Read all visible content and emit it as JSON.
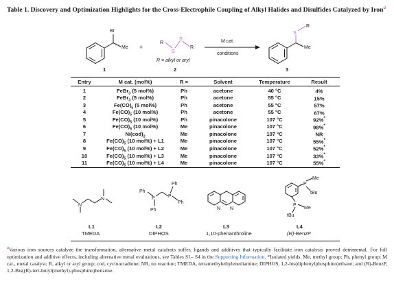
{
  "title": {
    "text": "Table 1. Discovery and Optimization Highlights for the Cross-Electrophile Coupling of Alkyl Halides and Disulfides Catalyzed by Iron",
    "marker": "a"
  },
  "scheme": {
    "substrate_number": "1",
    "substrate_br": "Br",
    "substrate_me": "Me",
    "plus": "+",
    "disulfide_number": "2",
    "disulfide_r_left": "R",
    "disulfide_s1": "S",
    "disulfide_s2": "S",
    "disulfide_r_right": "R",
    "disulfide_caption": "R = alkyl or aryl",
    "arrow_top": "M cat.",
    "arrow_bottom": "conditions",
    "product_number": "3",
    "product_s": "S",
    "product_r": "R",
    "product_me": "Me",
    "colors": {
      "sulfur_pink": "#c06ac0",
      "sulfur_text": "#c06ac0"
    }
  },
  "table": {
    "headers": [
      "Entry",
      "M cat. (mol%)",
      "R =",
      "Solvent",
      "Temperature",
      "Result"
    ],
    "rows": [
      {
        "entry": "1",
        "cat_main": "FeBr",
        "cat_sub": "3",
        "cat_rest": " (5 mol%)",
        "r": "Ph",
        "solvent": "acetone",
        "temp": "40 °C",
        "result": "4%",
        "star": ""
      },
      {
        "entry": "2",
        "cat_main": "FeBr",
        "cat_sub": "3",
        "cat_rest": " (5 mol%)",
        "r": "Ph",
        "solvent": "acetone",
        "temp": "55 °C",
        "result": "15%",
        "star": ""
      },
      {
        "entry": "3",
        "cat_main": "Fe(CO)",
        "cat_sub": "5",
        "cat_rest": " (5 mol%)",
        "r": "Ph",
        "solvent": "acetone",
        "temp": "55 °C",
        "result": "57%",
        "star": ""
      },
      {
        "entry": "4",
        "cat_main": "Fe(CO)",
        "cat_sub": "5",
        "cat_rest": " (10 mol%)",
        "r": "Ph",
        "solvent": "acetone",
        "temp": "55 °C",
        "result": "67%",
        "star": ""
      },
      {
        "entry": "5",
        "cat_main": "Fe(CO)",
        "cat_sub": "5",
        "cat_rest": " (10 mol%)",
        "r": "Ph",
        "solvent": "pinacolone",
        "temp": "107 °C",
        "result": "92%",
        "star": "*"
      },
      {
        "entry": "6",
        "cat_main": "Fe(CO)",
        "cat_sub": "5",
        "cat_rest": " (10 mol%)",
        "r": "Me",
        "solvent": "pinacolone",
        "temp": "107 °C",
        "result": "98%",
        "star": "*"
      },
      {
        "entry": "7",
        "cat_main": "Ni(cod)",
        "cat_sub": "2",
        "cat_rest": "",
        "r": "Me",
        "solvent": "pinacolone",
        "temp": "107 °C",
        "result": "NR",
        "star": ""
      },
      {
        "entry": "8",
        "cat_main": "Fe(CO)",
        "cat_sub": "5",
        "cat_rest": " (10 mol%) + L1",
        "r": "Me",
        "solvent": "pinacolone",
        "temp": "107 °C",
        "result": "55%",
        "star": "*"
      },
      {
        "entry": "9",
        "cat_main": "Fe(CO)",
        "cat_sub": "5",
        "cat_rest": " (10 mol%) + L2",
        "r": "Me",
        "solvent": "pinacolone",
        "temp": "107 °C",
        "result": "52%",
        "star": "*"
      },
      {
        "entry": "10",
        "cat_main": "Fe(CO)",
        "cat_sub": "5",
        "cat_rest": " (10 mol%) + L3",
        "r": "Me",
        "solvent": "pinacolone",
        "temp": "107 °C",
        "result": "33%",
        "star": "*"
      },
      {
        "entry": "11",
        "cat_main": "Fe(CO)",
        "cat_sub": "5",
        "cat_rest": " (10 mol%) + L4",
        "r": "Me",
        "solvent": "pinacolone",
        "temp": "107 °C",
        "result": "55%",
        "star": "*"
      }
    ]
  },
  "ligands": [
    {
      "id": "L1",
      "name": "TMEDA",
      "atoms": [
        "N",
        "N"
      ]
    },
    {
      "id": "L2",
      "name": "DIPHOS",
      "atoms": [
        "P",
        "P",
        "Ph",
        "Ph",
        "Ph",
        "Ph"
      ]
    },
    {
      "id": "L3",
      "name": "1,10-phenanthroline",
      "atoms": [
        "N",
        "N"
      ]
    },
    {
      "id": "L4",
      "name_prefix": "(R)",
      "name": "-BenzP",
      "atoms": [
        "P",
        "P",
        "Me",
        "tBu",
        "Me",
        "tBu"
      ]
    }
  ],
  "footnote": {
    "marker": "a",
    "part1": "Various iron sources catalyze the transformation, alternative metal catalysts suffer, ligands and additives that typically facilitate iron catalysis proved detrimental. For full optimization and additive effects, including alternative metal evaluations, see Tables S1– S4 in the ",
    "link": "Supporting Information",
    "part2": ". *Isolated yields. Me, methyl group; Ph, phenyl group; M cat., metal catalyst; R, alkyl or aryl group; cod, cyclooctadiene; NR, no reaction; TMEDA, tetramethylethylenediamine; DIPHOS, 1,2-bis(diphenylphosphino)ethane; and (R)-BenzP, 1,2-Bis((R)-tert-butyl(methyl)-phosphino)benzene."
  }
}
